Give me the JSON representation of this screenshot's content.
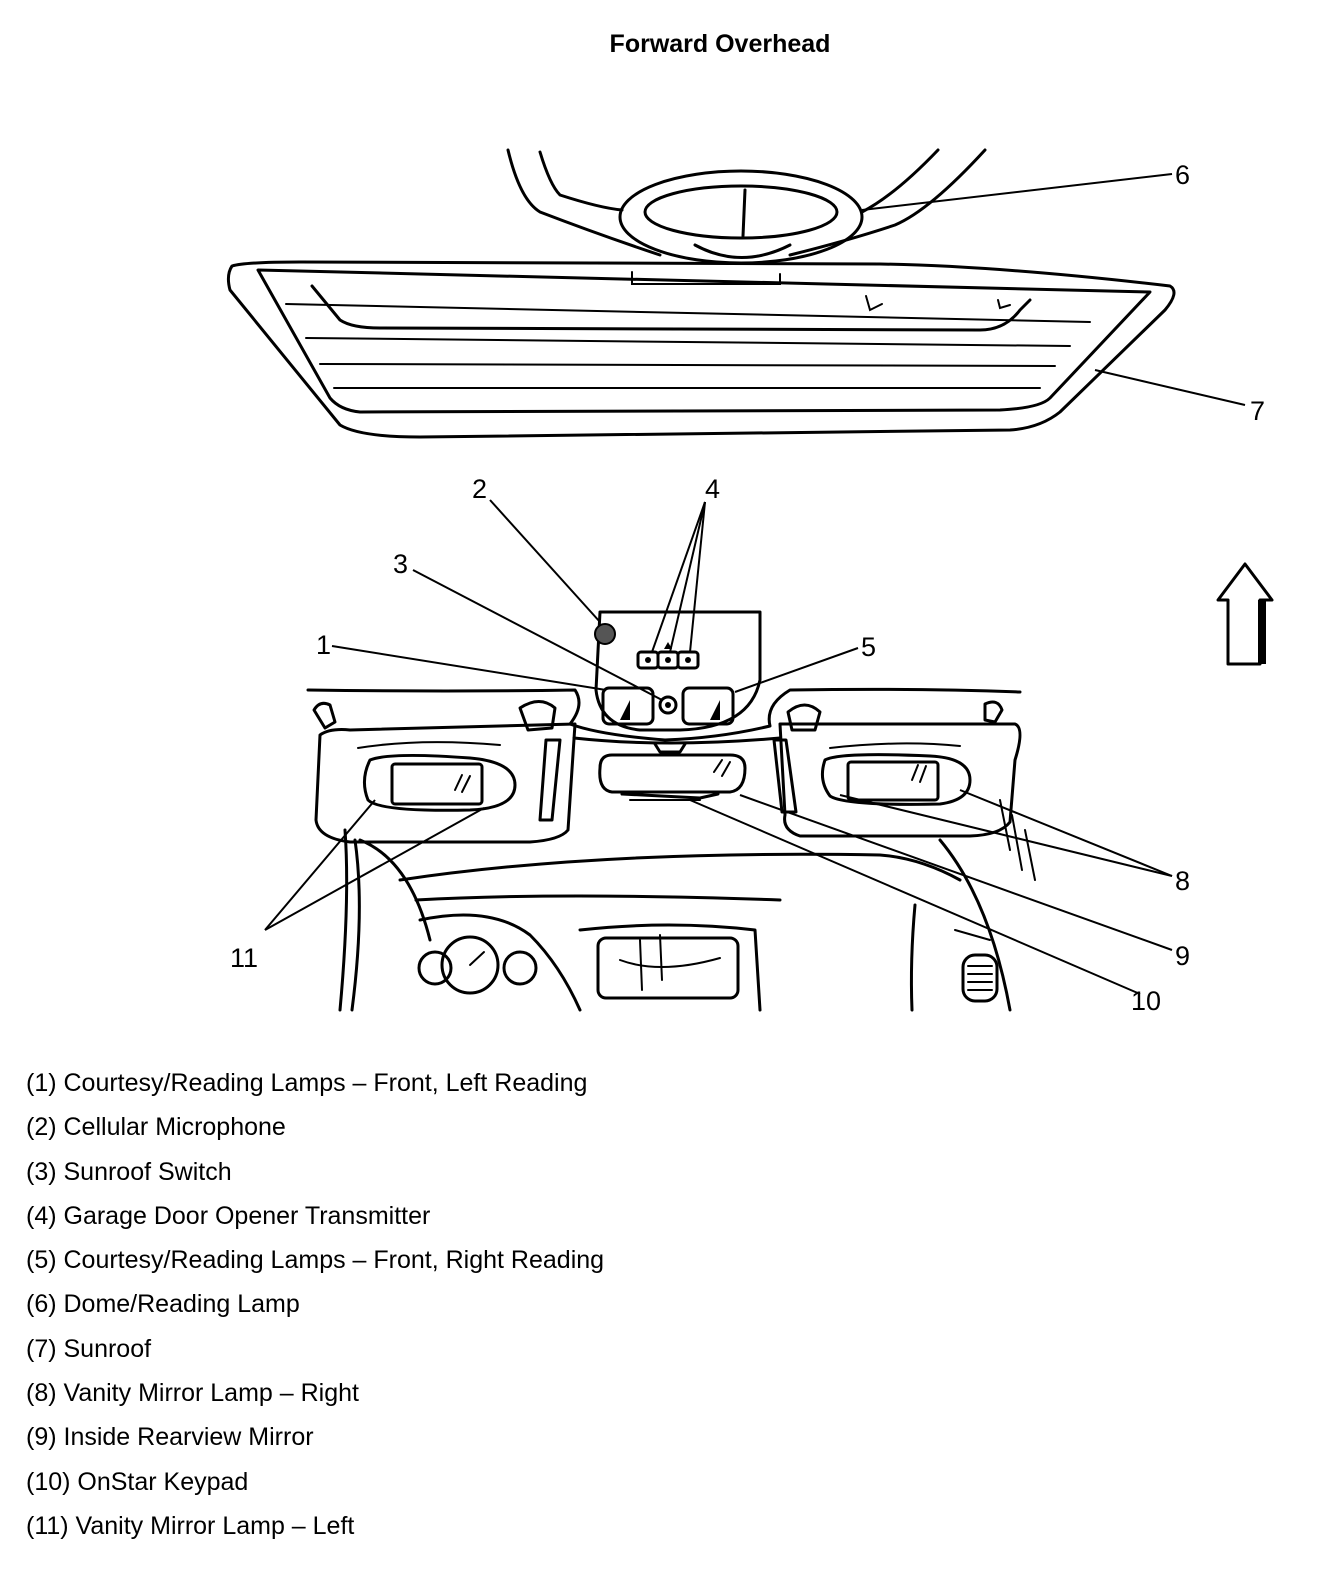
{
  "title": "Forward Overhead",
  "callouts": [
    "1",
    "2",
    "3",
    "4",
    "5",
    "6",
    "7",
    "8",
    "9",
    "10",
    "11"
  ],
  "legend": [
    "(1) Courtesy/Reading Lamps – Front, Left Reading",
    "(2) Cellular Microphone",
    "(3) Sunroof Switch",
    "(4) Garage Door Opener Transmitter",
    "(5) Courtesy/Reading Lamps – Front, Right Reading",
    "(6) Dome/Reading Lamp",
    "(7) Sunroof",
    "(8) Vanity Mirror Lamp – Right",
    "(9) Inside Rearview Mirror",
    "(10) OnStar Keypad",
    "(11) Vanity Mirror Lamp – Left"
  ]
}
